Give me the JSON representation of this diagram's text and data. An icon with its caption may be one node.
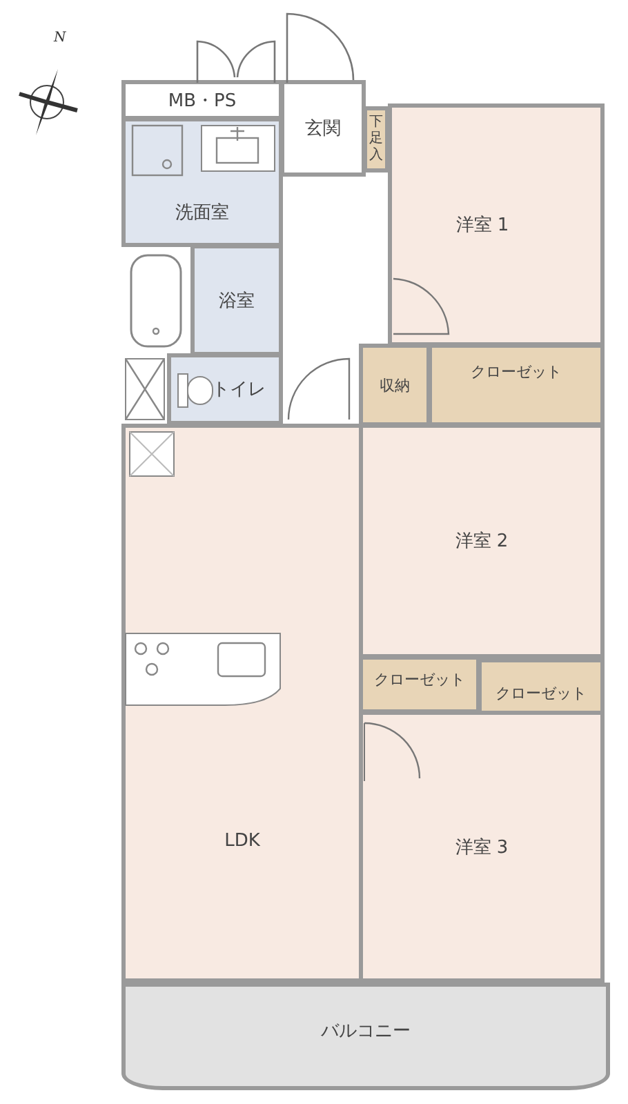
{
  "diagram": {
    "nodes": [
      {
        "text": [
          "MB・PS"
        ]
      },
      {
        "text": [
          "玄関"
        ]
      },
      {
        "text": [
          "下足入"
        ]
      },
      {
        "text": [
          "洗面室"
        ]
      },
      {
        "text": [
          "浴室"
        ]
      },
      {
        "text": [
          "トイレ"
        ]
      },
      {
        "text": [
          "洋室 1"
        ]
      },
      {
        "text": [
          "収納"
        ]
      },
      {
        "text": [
          "クローゼット"
        ]
      },
      {
        "text": [
          "洋室 2"
        ]
      },
      {
        "text": [
          "クローゼット"
        ]
      },
      {
        "text": [
          "クローゼット"
        ]
      },
      {
        "text": [
          "LDK"
        ]
      },
      {
        "text": [
          "洋室 3"
        ]
      },
      {
        "text": [
          "バルコニー"
        ]
      }
    ],
    "labels": [
      "N"
    ]
  }
}
